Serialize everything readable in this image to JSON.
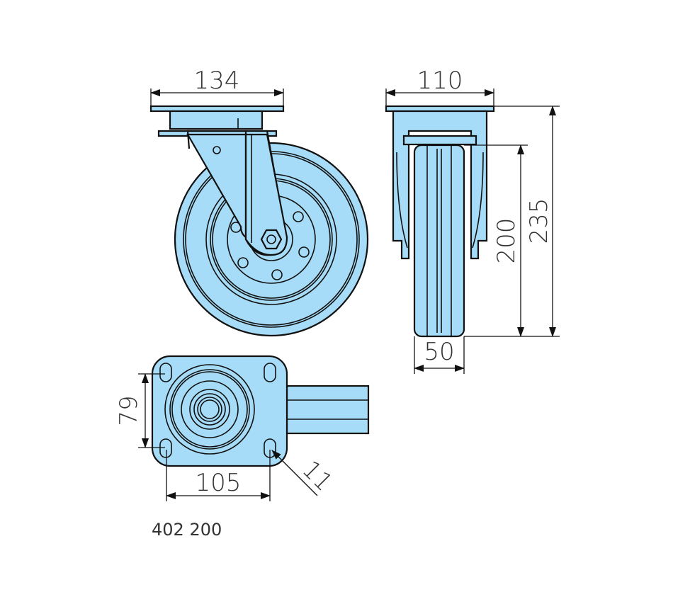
{
  "drawing": {
    "article_number": "402 200",
    "dimensions": {
      "plate_width_front": "134",
      "plate_width_side": "110",
      "total_height": "235",
      "wheel_diameter": "200",
      "wheel_width": "50",
      "hole_spacing_vertical": "79",
      "hole_spacing_horizontal": "105",
      "hole_diameter": "11"
    },
    "colors": {
      "fill": "#a6dcf7",
      "line": "#111111"
    }
  }
}
